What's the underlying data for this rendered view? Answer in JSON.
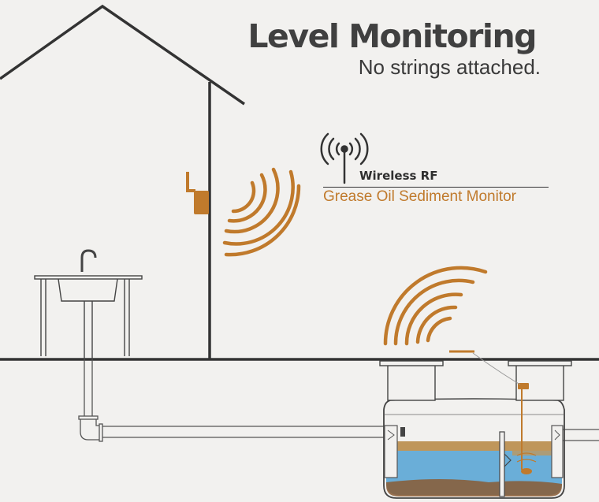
{
  "header": {
    "title": "Level Monitoring",
    "tagline": "No strings attached."
  },
  "device": {
    "title": "Wireless RF",
    "subtitle": "Grease Oil Sediment Monitor"
  },
  "colors": {
    "accent": "#c07a2c",
    "outline": "#333333",
    "water": "#6aaed8",
    "grease": "#c9944e",
    "sediment": "#8a5a32",
    "background": "#f2f1ef"
  },
  "icons": [
    "antenna-icon",
    "radio-wave-icon",
    "gateway-device-icon"
  ]
}
